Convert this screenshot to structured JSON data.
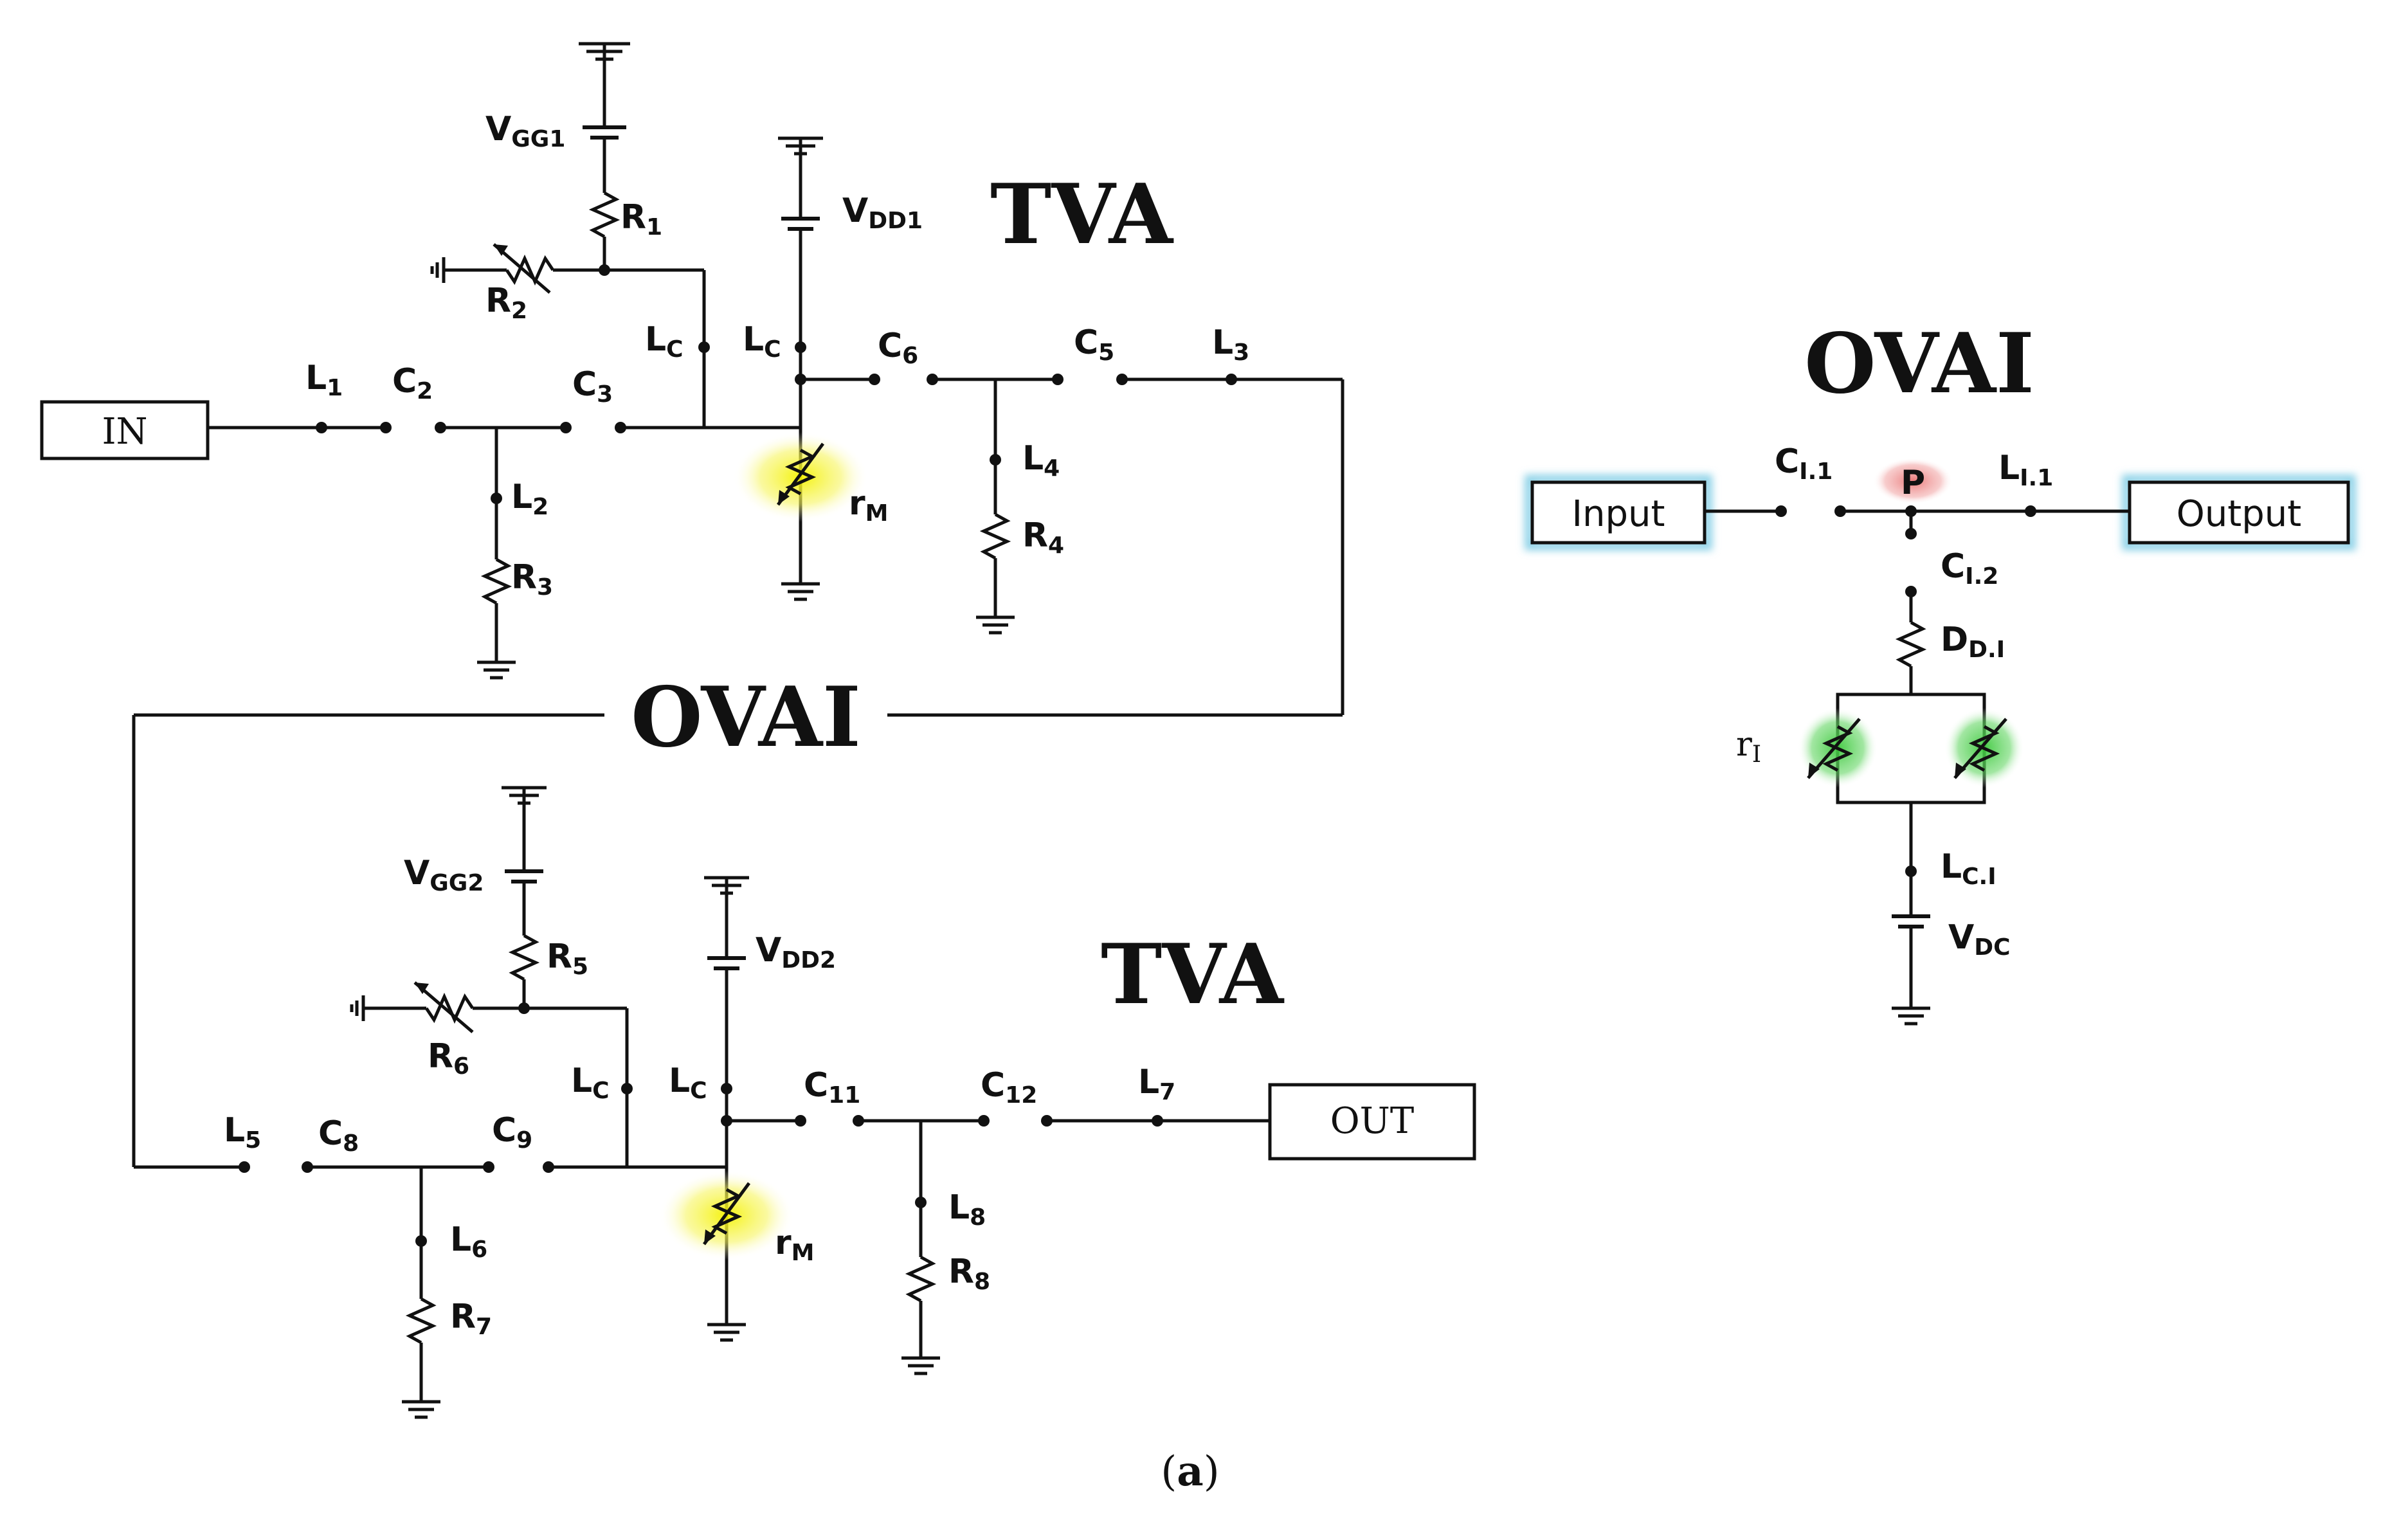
{
  "colors": {
    "wire": "#111111",
    "yellow_glow": "#f4f200",
    "green_glow": "#3cc83c",
    "red_glow": "#e86a6a",
    "blue_glow": "#8fd3e8"
  },
  "left": {
    "title_top": "TVA",
    "title_bottom": "TVA",
    "mid_title": "OVAI",
    "in_box": "IN",
    "out_box": "OUT",
    "labels_top": {
      "vgg": "V",
      "vgg_sub": "GG1",
      "r1": "R",
      "r1_sub": "1",
      "r2": "R",
      "r2_sub": "2",
      "vdd": "V",
      "vdd_sub": "DD1",
      "lc_a": "L",
      "lc_a_sub": "C",
      "lc_b": "L",
      "lc_b_sub": "C",
      "l1": "L",
      "l1_sub": "1",
      "c2": "C",
      "c2_sub": "2",
      "c3": "C",
      "c3_sub": "3",
      "c6": "C",
      "c6_sub": "6",
      "c5": "C",
      "c5_sub": "5",
      "l3": "L",
      "l3_sub": "3",
      "l2": "L",
      "l2_sub": "2",
      "r3": "R",
      "r3_sub": "3",
      "l4": "L",
      "l4_sub": "4",
      "r4": "R",
      "r4_sub": "4",
      "rm": "r",
      "rm_sub": "M"
    },
    "labels_bottom": {
      "vgg": "V",
      "vgg_sub": "GG2",
      "r5": "R",
      "r5_sub": "5",
      "r6": "R",
      "r6_sub": "6",
      "vdd": "V",
      "vdd_sub": "DD2",
      "lc_a": "L",
      "lc_a_sub": "C",
      "lc_b": "L",
      "lc_b_sub": "C",
      "l5": "L",
      "l5_sub": "5",
      "c8": "C",
      "c8_sub": "8",
      "c9": "C",
      "c9_sub": "9",
      "c11": "C",
      "c11_sub": "11",
      "c12": "C",
      "c12_sub": "12",
      "l7": "L",
      "l7_sub": "7",
      "l6": "L",
      "l6_sub": "6",
      "r7": "R",
      "r7_sub": "7",
      "l8": "L",
      "l8_sub": "8",
      "r8": "R",
      "r8_sub": "8",
      "rm": "r",
      "rm_sub": "M"
    }
  },
  "right": {
    "title": "OVAI",
    "input_box": "Input",
    "output_box": "Output",
    "p_label": "P",
    "labels": {
      "ci1": "C",
      "ci1_sub": "I.1",
      "li1": "L",
      "li1_sub": "I.1",
      "ci2": "C",
      "ci2_sub": "I.2",
      "dd": "D",
      "dd_sub": "D.I",
      "ri": "r",
      "ri_sub": "I",
      "lc": "L",
      "lc_sub": "C.I",
      "vdc": "V",
      "vdc_sub": "DC"
    }
  },
  "caption": {
    "open": "(",
    "letter": "a",
    "close": ")"
  }
}
